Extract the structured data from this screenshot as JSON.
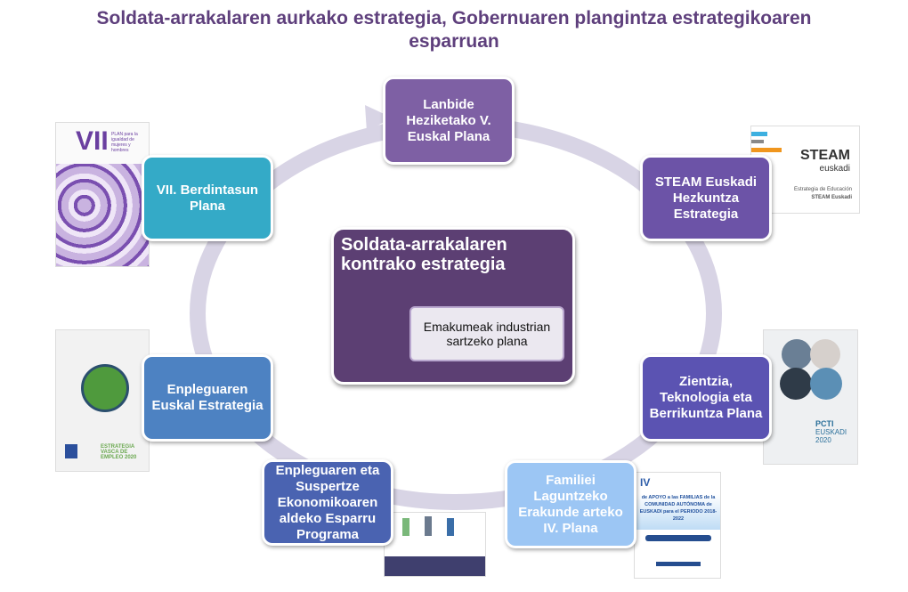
{
  "title": "Soldata-arrakalaren aurkako estrategia, Gobernuaren plangintza estrategikoaren esparruan",
  "center": {
    "title": "Soldata-arrakalaren kontrako estrategia",
    "sub": "Emakumeak industrian sartzeko plana"
  },
  "plans": [
    {
      "label": "Lanbide Heziketako V. Euskal Plana",
      "color": "#7e60a4"
    },
    {
      "label": "STEAM Euskadi Hezkuntza Estrategia",
      "color": "#6c53a7"
    },
    {
      "label": "Zientzia, Teknologia eta Berrikuntza Plana",
      "color": "#5b53b2"
    },
    {
      "label": "Familiei Laguntzeko Erakunde arteko IV. Plana",
      "color": "#9cc6f4"
    },
    {
      "label": "Enpleguaren eta Suspertze Ekonomikoaren aldeko Esparru Programa",
      "color": "#4a63b1"
    },
    {
      "label": "Enpleguaren Euskal Estrategia",
      "color": "#4d82c2"
    },
    {
      "label": "VII. Berdintasun Plana",
      "color": "#34aac7"
    }
  ],
  "thumbs": {
    "vii": {
      "big": "VII",
      "small": "PLAN para la igualdad de mujeres y hombres"
    },
    "steam": {
      "logo": "STEAM",
      "logo2": "euskadi",
      "l1": "Estrategia de Educación",
      "l2": "STEAM Euskadi"
    },
    "pcti": {
      "l1": "PCTI",
      "l2": "EUSKADI 2020"
    },
    "familias": {
      "l1": "IV",
      "l2": "de APOYO a las FAMILIAS de la COMUNIDAD AUTÓNOMA de EUSKADI para el PERIODO 2018-2022"
    },
    "empleo": {
      "l1": "ESTRATEGIA VASCA DE EMPLEO 2020"
    }
  }
}
